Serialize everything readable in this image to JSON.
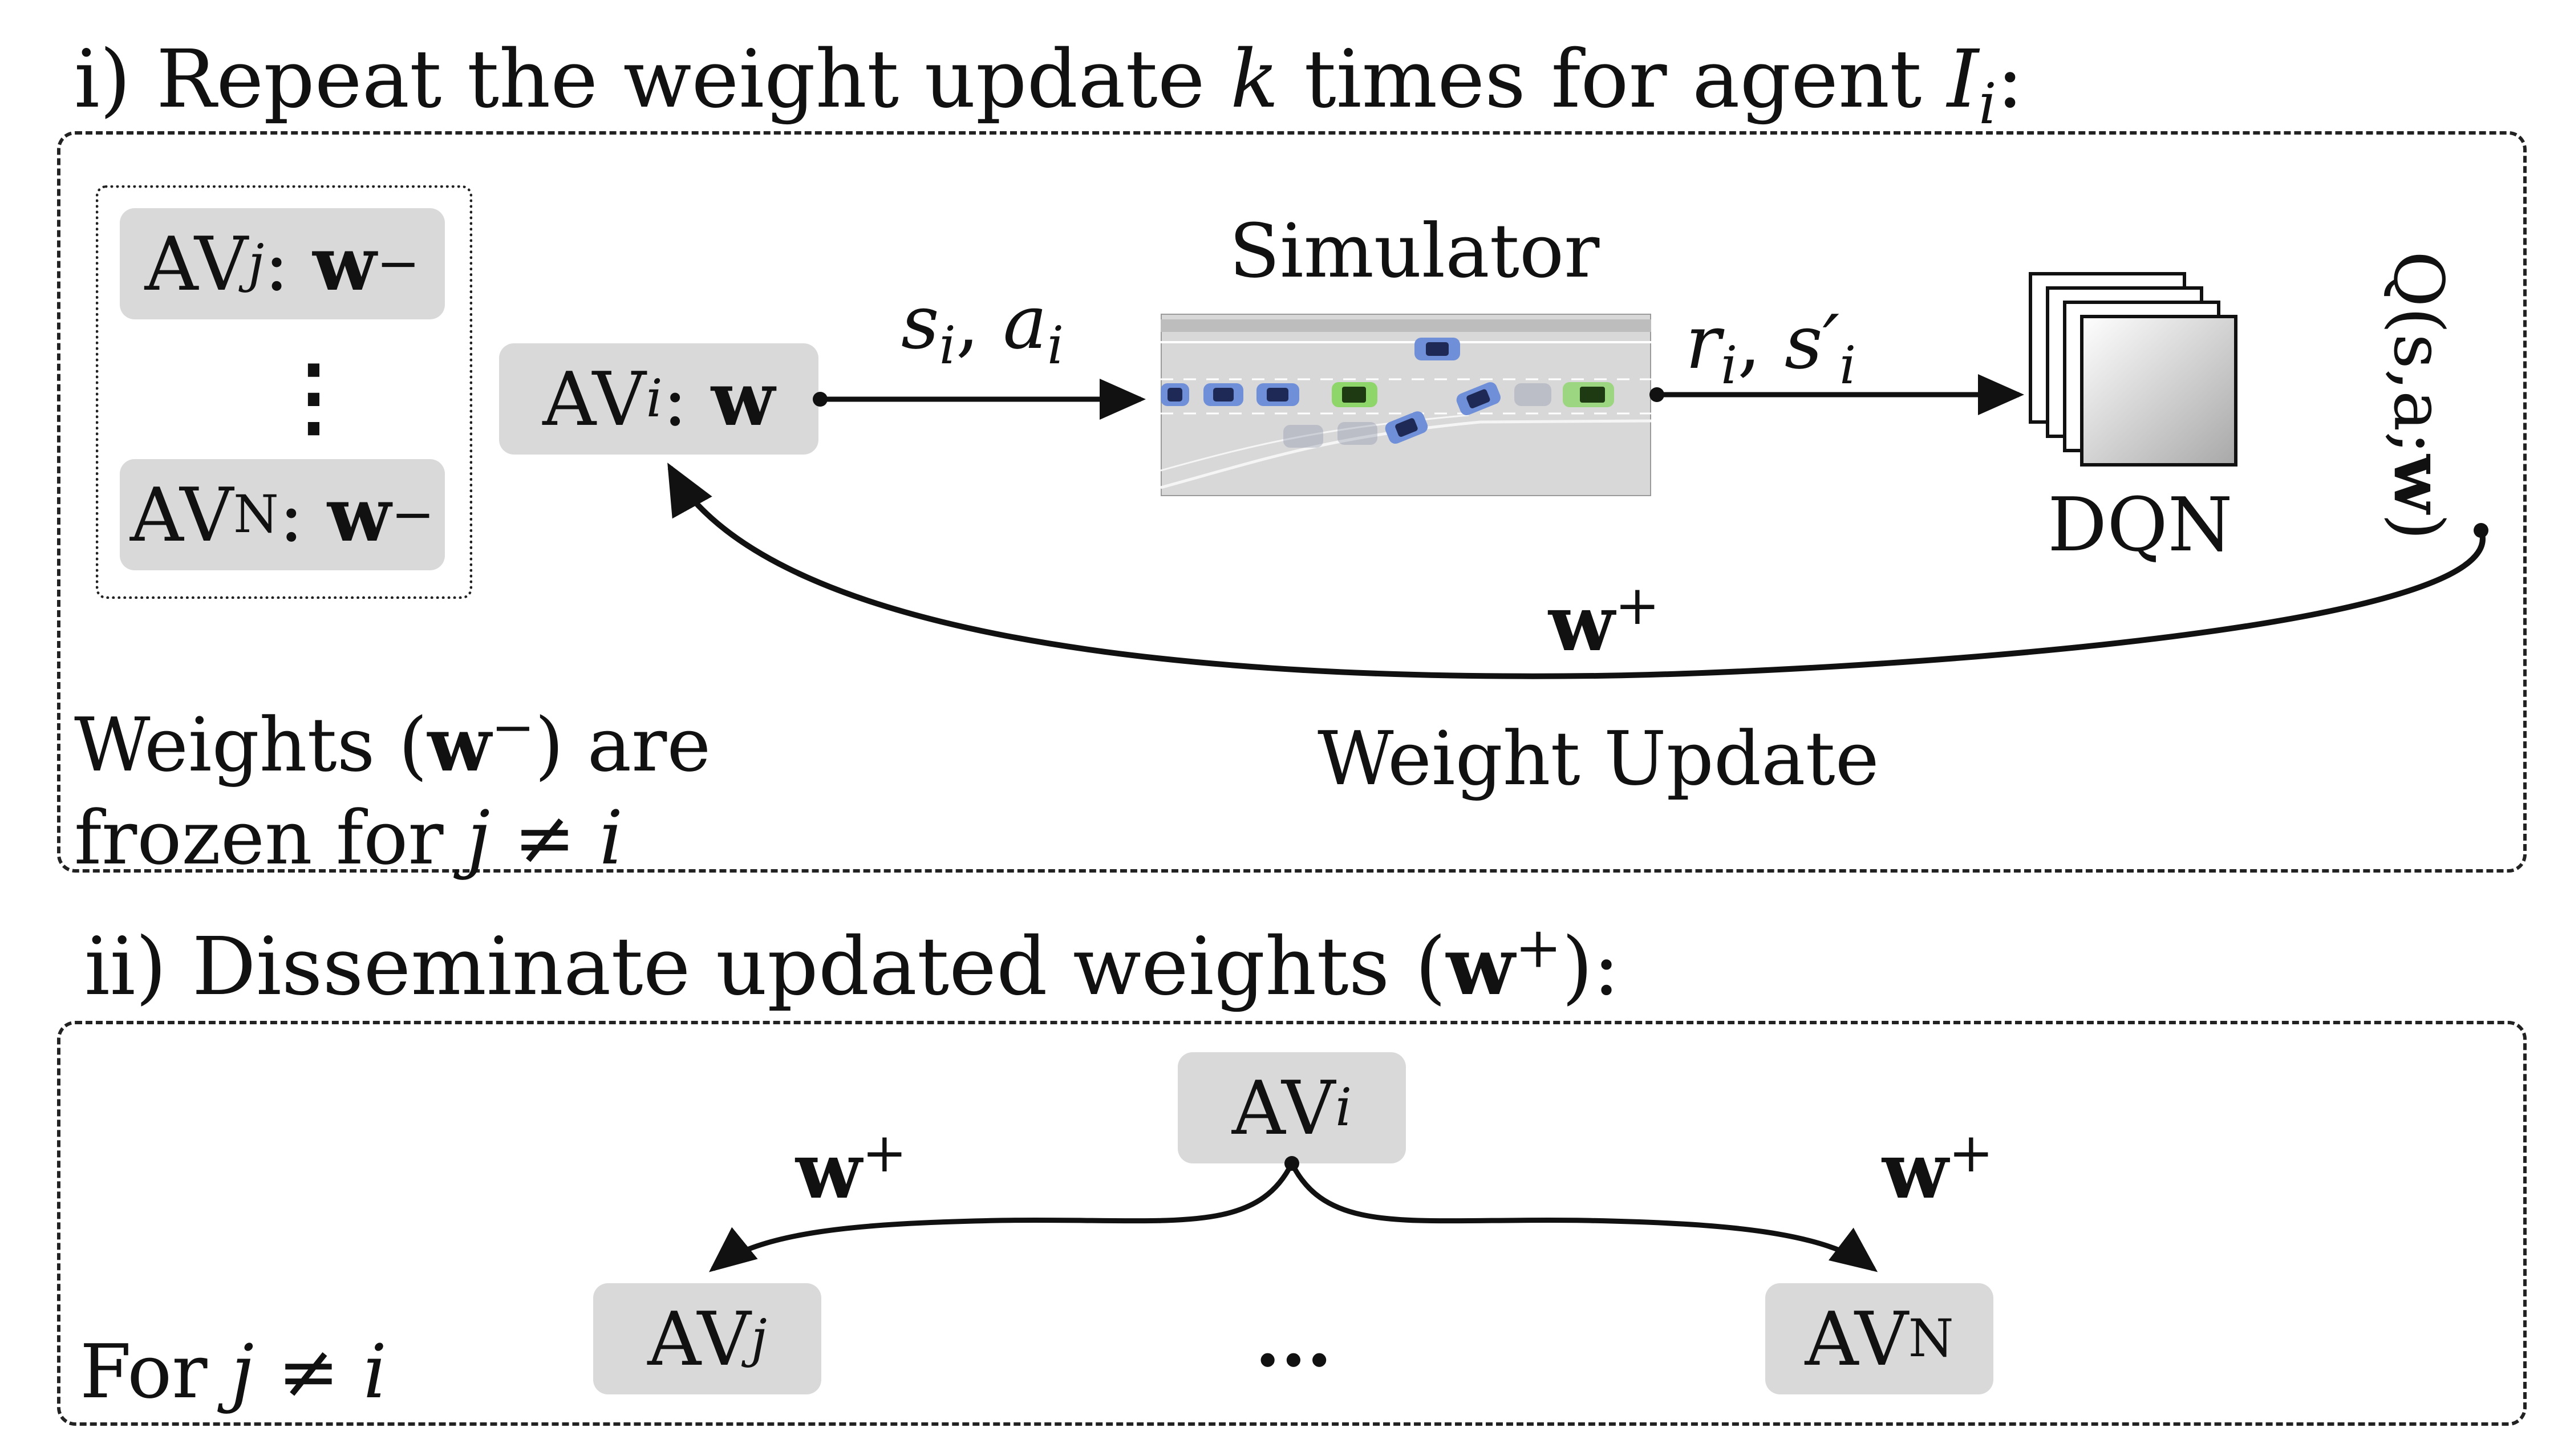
{
  "section1": {
    "heading": "i) Repeat the weight update",
    "heading_k": "k",
    "heading_mid": "times for agent",
    "heading_I": "I",
    "heading_i": "i",
    "heading_colon": ":",
    "frozen": {
      "av_j": {
        "av": "AV",
        "sub": "j",
        "colon": ":",
        "w": "w",
        "sup": "−"
      },
      "ellipsis": "⋮",
      "av_N": {
        "av": "AV",
        "sub": "N",
        "colon": ":",
        "w": "w",
        "sup": "−"
      }
    },
    "agent": {
      "av": "AV",
      "sub": "i",
      "colon": ":",
      "w": "w"
    },
    "state_action": {
      "s": "s",
      "s_sub": "i",
      "comma": ", ",
      "a": "a",
      "a_sub": "i"
    },
    "simulator_title": "Simulator",
    "reward_state": {
      "r": "r",
      "r_sub": "i",
      "comma": ", ",
      "s": "s′",
      "s_sub": "i"
    },
    "dqn_label": "DQN",
    "q_label_pre": "Q(s,a;",
    "q_label_w": "w",
    "q_label_post": ")",
    "update_w": "w",
    "update_sup": "+",
    "weight_update": "Weight Update",
    "note_line1_a": "Weights (",
    "note_w": "w",
    "note_sup": "−",
    "note_line1_b": ") are",
    "note_line2_a": "frozen for ",
    "note_line2_j": "j",
    "note_line2_neq": " ≠ ",
    "note_line2_i": "i"
  },
  "section2": {
    "heading_a": "ii) Disseminate updated weights (",
    "heading_w": "w",
    "heading_sup": "+",
    "heading_b": "):",
    "source": {
      "av": "AV",
      "sub": "i"
    },
    "left_w": "w",
    "left_sup": "+",
    "right_w": "w",
    "right_sup": "+",
    "target_j": {
      "av": "AV",
      "sub": "j"
    },
    "ellipsis": "...",
    "target_N": {
      "av": "AV",
      "sub": "N"
    },
    "note_a": "For ",
    "note_j": "j",
    "note_neq": " ≠ ",
    "note_i": "i"
  },
  "colors": {
    "pill": "#d9d9d9",
    "road": "#d8d8d8",
    "car_blue": "#6f8fd9",
    "car_green": "#8fd66a"
  }
}
